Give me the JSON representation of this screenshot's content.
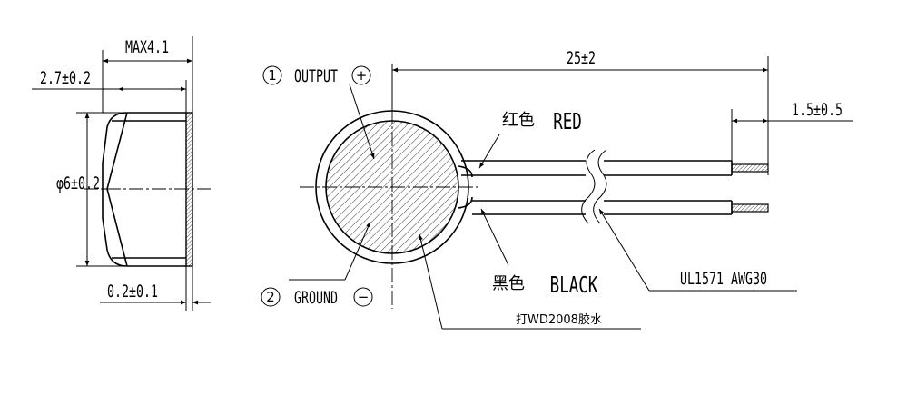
{
  "side_view": {
    "max_width": "MAX4.1",
    "body_thickness": "2.7±0.2",
    "diameter": "φ6±0.2",
    "plate_thickness": "0.2±0.1"
  },
  "front_view": {
    "output_number": "1",
    "output_label": "OUTPUT",
    "output_symbol": "+",
    "ground_number": "2",
    "ground_label": "GROUND",
    "ground_symbol": "−",
    "length": "25±2",
    "strip_length": "1.5±0.5",
    "red_cn": "红色",
    "red_en": "RED",
    "black_cn": "黑色",
    "black_en": "BLACK",
    "wire_spec": "UL1571 AWG30",
    "glue_note": "打WD2008胶水"
  }
}
